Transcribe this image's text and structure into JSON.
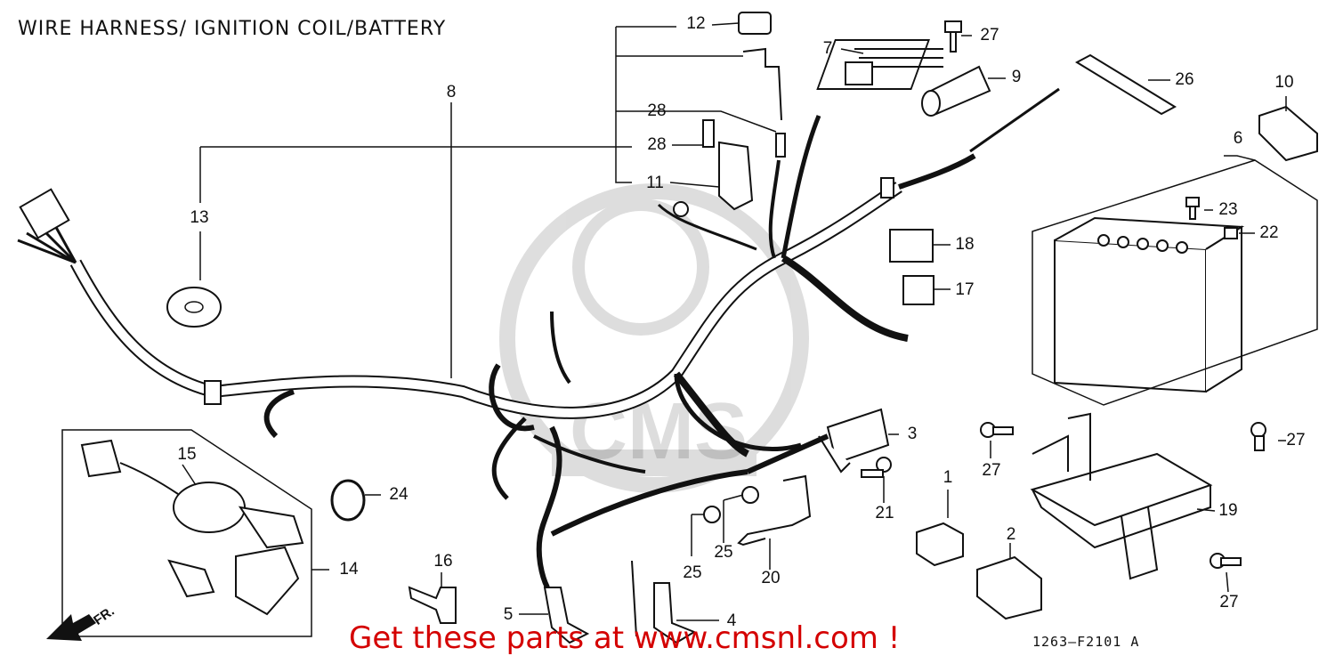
{
  "header": {
    "title": "WIRE HARNESS/ IGNITION COIL/BATTERY"
  },
  "footer": {
    "promo": "Get these parts at www.cmsnl.com !",
    "diagram_code": "1263–F2101 A"
  },
  "direction_label": "FR.",
  "watermark": {
    "text": "CMS"
  },
  "callouts": {
    "c12": "12",
    "c7": "7",
    "c27a": "27",
    "c9": "9",
    "c8": "8",
    "c28a": "28",
    "c28b": "28",
    "c11": "11",
    "c26": "26",
    "c10": "10",
    "c6": "6",
    "c13": "13",
    "c23": "23",
    "c22": "22",
    "c18": "18",
    "c17": "17",
    "c3": "3",
    "c27b": "27",
    "c27c": "27",
    "c15": "15",
    "c24": "24",
    "c21": "21",
    "c1": "1",
    "c19": "19",
    "c14": "14",
    "c16": "16",
    "c25a": "25",
    "c25b": "25",
    "c2": "2",
    "c20": "20",
    "c27d": "27",
    "c5": "5",
    "c4": "4"
  }
}
